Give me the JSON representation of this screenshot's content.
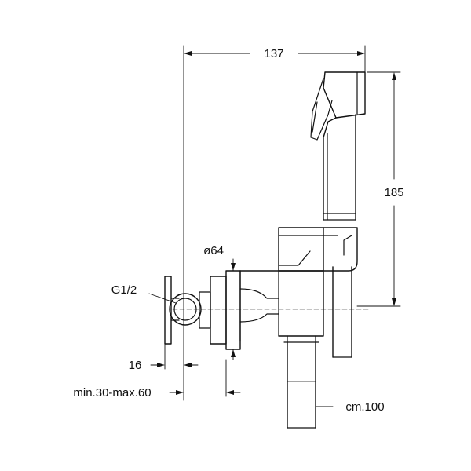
{
  "dimensions": {
    "overall_width": "137",
    "overall_height": "185",
    "flange_diameter": "ø64",
    "thread": "G1/2",
    "valve_depth": "16",
    "wall_depth_range": "min.30-max.60",
    "hose_length": "cm.100"
  },
  "colors": {
    "line": "#111111",
    "background": "#ffffff"
  }
}
